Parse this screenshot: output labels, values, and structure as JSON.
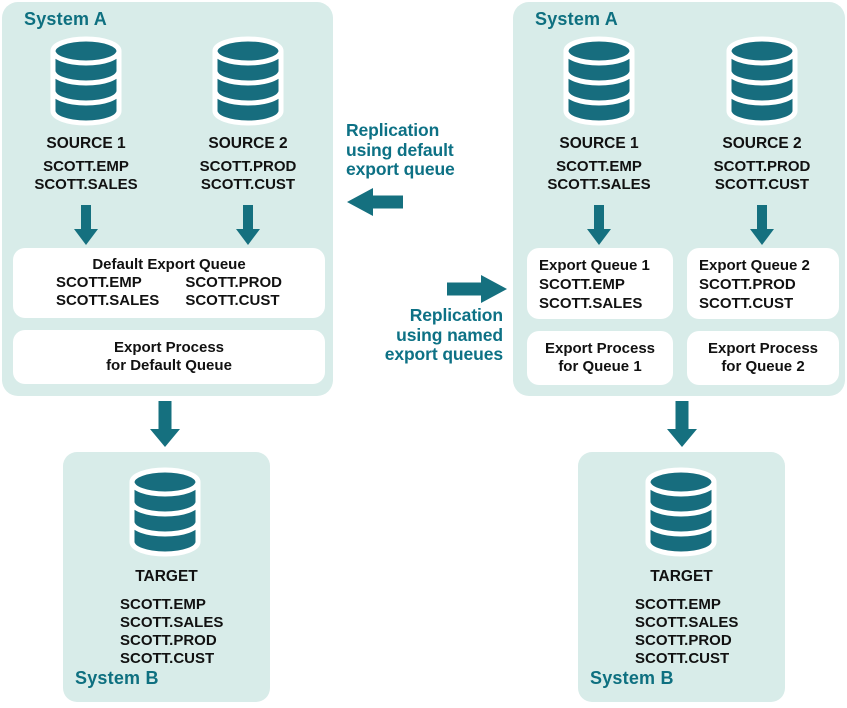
{
  "colors": {
    "panel_background": "#d8ece9",
    "teal_shape": "#176d7e",
    "teal_title": "#0e7080",
    "teal_center_text": "#0d7185",
    "body_text": "#111111",
    "box_background": "#ffffff"
  },
  "left_system_a": {
    "title": "System A",
    "source1": {
      "label": "SOURCE 1",
      "table1": "SCOTT.EMP",
      "table2": "SCOTT.SALES"
    },
    "source2": {
      "label": "SOURCE 2",
      "table1": "SCOTT.PROD",
      "table2": "SCOTT.CUST"
    },
    "default_queue": {
      "title": "Default Export Queue",
      "col1_row1": "SCOTT.EMP",
      "col1_row2": "SCOTT.SALES",
      "col2_row1": "SCOTT.PROD",
      "col2_row2": "SCOTT.CUST"
    },
    "process": {
      "line1": "Export Process",
      "line2": "for Default Queue"
    }
  },
  "center": {
    "default_label": {
      "line1": "Replication",
      "line2": "using default",
      "line3": "export queue"
    },
    "named_label": {
      "line1": "Replication",
      "line2": "using named",
      "line3": "export queues"
    }
  },
  "right_system_a": {
    "title": "System A",
    "source1": {
      "label": "SOURCE 1",
      "table1": "SCOTT.EMP",
      "table2": "SCOTT.SALES"
    },
    "source2": {
      "label": "SOURCE 2",
      "table1": "SCOTT.PROD",
      "table2": "SCOTT.CUST"
    },
    "queue1": {
      "title": "Export Queue 1",
      "table1": "SCOTT.EMP",
      "table2": "SCOTT.SALES"
    },
    "queue2": {
      "title": "Export Queue 2",
      "table1": "SCOTT.PROD",
      "table2": "SCOTT.CUST"
    },
    "process1": {
      "line1": "Export Process",
      "line2": "for Queue 1"
    },
    "process2": {
      "line1": "Export Process",
      "line2": "for Queue 2"
    }
  },
  "left_system_b": {
    "title": "System B",
    "target_label": "TARGET",
    "tables": [
      "SCOTT.EMP",
      "SCOTT.SALES",
      "SCOTT.PROD",
      "SCOTT.CUST"
    ]
  },
  "right_system_b": {
    "title": "System B",
    "target_label": "TARGET",
    "tables": [
      "SCOTT.EMP",
      "SCOTT.SALES",
      "SCOTT.PROD",
      "SCOTT.CUST"
    ]
  }
}
